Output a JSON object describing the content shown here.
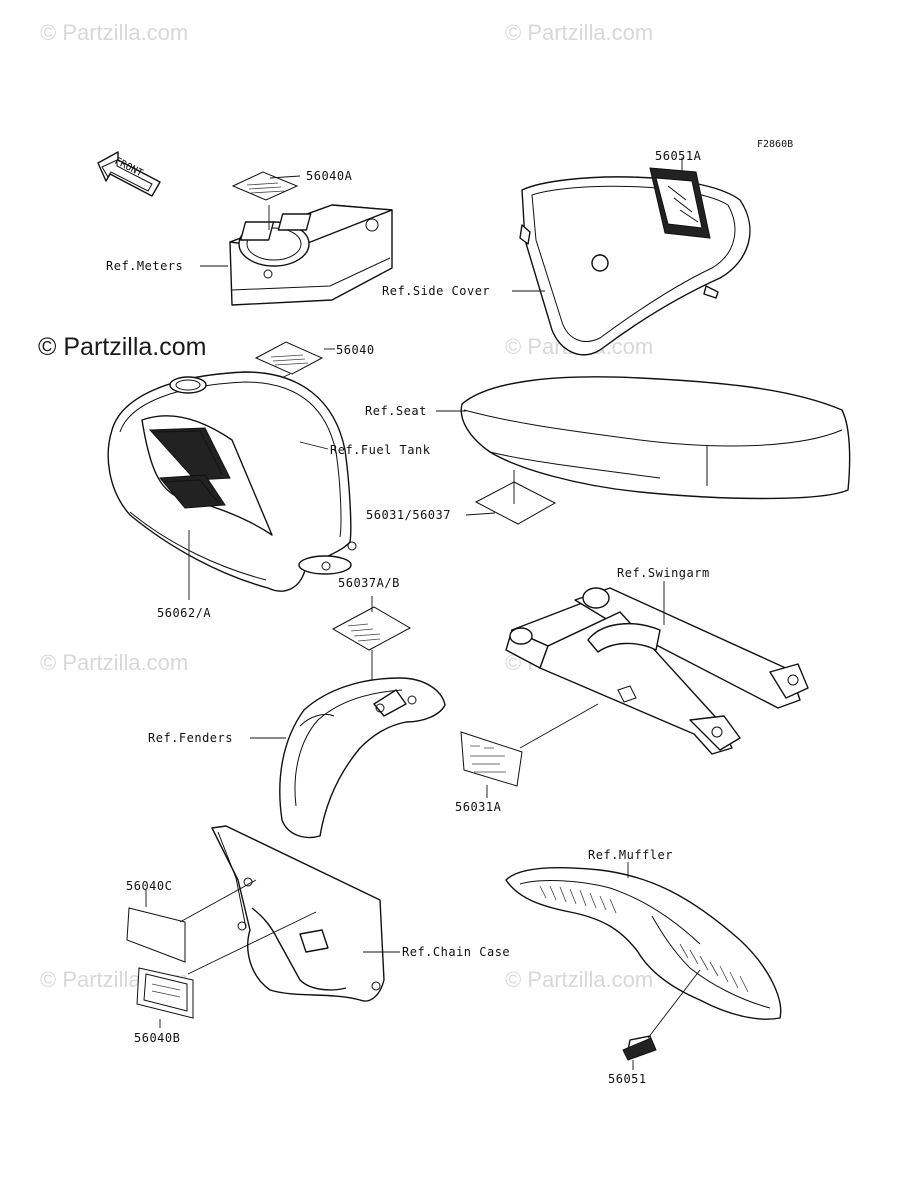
{
  "watermarks": {
    "site": "© Partzilla.com"
  },
  "brand": "© Partzilla.com",
  "drawing_code": "F2860B",
  "front_arrow": "FRONT",
  "labels": {
    "meters": "Ref.Meters",
    "side_cover": "Ref.Side Cover",
    "seat": "Ref.Seat",
    "fuel_tank": "Ref.Fuel Tank",
    "swingarm": "Ref.Swingarm",
    "fenders": "Ref.Fenders",
    "muffler": "Ref.Muffler",
    "chain_case": "Ref.Chain Case"
  },
  "parts": {
    "p56040A": "56040A",
    "p56051A": "56051A",
    "p56040": "56040",
    "p56031_56037": "56031/56037",
    "p56062A": "56062/A",
    "p56037AB": "56037A/B",
    "p56031A": "56031A",
    "p56040C": "56040C",
    "p56040B": "56040B",
    "p56051": "56051"
  }
}
